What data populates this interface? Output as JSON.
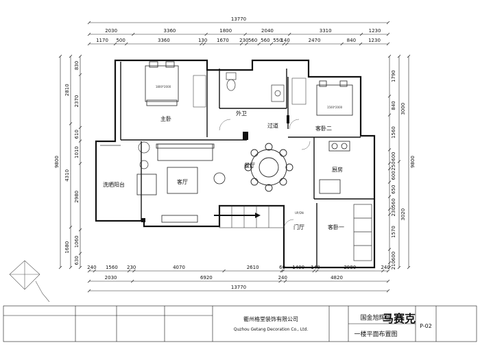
{
  "plan": {
    "top_total": "13770",
    "top_row1": [
      "2030",
      "3360",
      "1800",
      "2040",
      "3310",
      "1230"
    ],
    "top_row2": [
      "1170",
      "500",
      "3360",
      "130",
      "1670",
      "230",
      "560",
      "560",
      "550",
      "140",
      "2470",
      "840",
      "1230"
    ],
    "bottom_row1": [
      "240",
      "1560",
      "230",
      "4070",
      "2610",
      "60",
      "1400",
      "140",
      "2980",
      "240"
    ],
    "bottom_row2": [
      "2030",
      "6920",
      "240",
      "4820"
    ],
    "bottom_total": "13770",
    "left_row1": [
      "830",
      "2370",
      "610",
      "1010",
      "2980",
      "1060",
      "630"
    ],
    "left_row2": [
      "2810",
      "4310",
      "1680"
    ],
    "left_total": "9800",
    "right_row1": [
      "1790",
      "840",
      "1560",
      "600",
      "250",
      "600",
      "650",
      "560",
      "230",
      "1570",
      "600",
      "210"
    ],
    "right_row2": [
      "3000",
      "3020"
    ],
    "right_total": "9800",
    "rooms": {
      "master": "主卧",
      "bath": "外卫",
      "corridor": "过道",
      "second": "客卧二",
      "laundry": "洗晒阳台",
      "living": "客厅",
      "dining": "餐厅",
      "kitchen": "厨房",
      "foyer": "门厅",
      "guest": "客卧一"
    },
    "bed_master": "1800*2000",
    "bed_second": "1500*2000",
    "stair_label": "UP/DN"
  },
  "title_block": {
    "company_cn": "衢州格堂装饰有限公司",
    "company_en": "Quzhou Getang Decoration Co., Ltd.",
    "project": "国金旭辉城",
    "drawing": "一楼平面布置图",
    "sheet": "P-02",
    "brand": "马赛克"
  }
}
